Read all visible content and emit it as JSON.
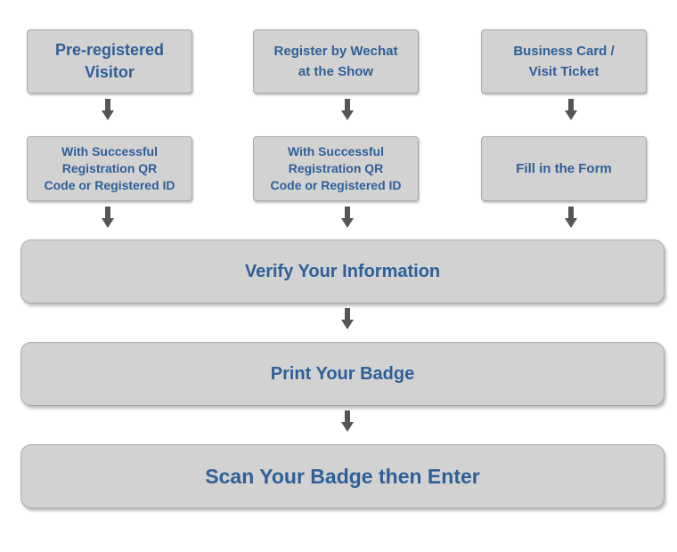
{
  "colors": {
    "box_fill": "#d2d2d2",
    "box_border": "#a9a9a9",
    "text": "#2f5f96",
    "arrow": "#555555"
  },
  "columns": [
    {
      "source": "Pre-registered\nVisitor",
      "condition": "With Successful\nRegistration QR\nCode or Registered ID"
    },
    {
      "source": "Register by Wechat\nat the Show",
      "condition": "With Successful\nRegistration QR\nCode or Registered ID"
    },
    {
      "source": "Business Card /\nVisit Ticket",
      "condition": "Fill in the Form"
    }
  ],
  "steps": [
    "Verify Your Information",
    "Print Your Badge",
    "Scan Your Badge then Enter"
  ]
}
